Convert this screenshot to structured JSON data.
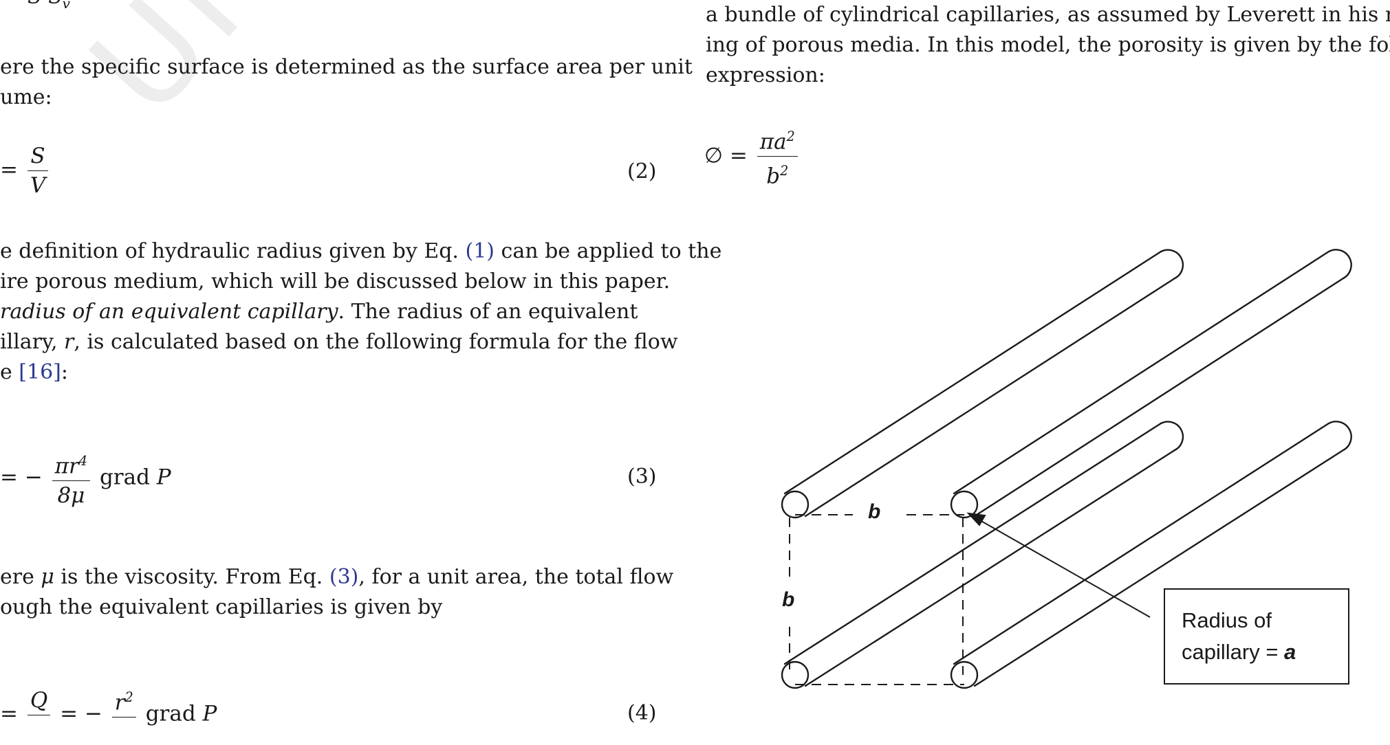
{
  "watermark": "UNCORRECTED",
  "left": {
    "top_fragment": "S   S",
    "top_sub": "v",
    "para1_line1": "ere the specific surface is determined as the surface area per unit",
    "para1_line2": "ume:",
    "eq2": {
      "lhs": "=",
      "num": "S",
      "den": "V",
      "number": "(2)"
    },
    "para2_line1_a": "e definition of hydraulic radius given by Eq. ",
    "para2_line1_link": "(1)",
    "para2_line1_b": " can be applied to the",
    "para2_line2": "ire porous medium, which will be discussed below in this paper.",
    "para3_line1_italic": "radius of an equivalent capillary",
    "para3_line1_rest": ". The radius of an equivalent",
    "para3_line2_a": "illary, ",
    "para3_line2_r": "r",
    "para3_line2_b": ", is calculated based on the following formula for the flow",
    "para3_line3_a": "e ",
    "para3_line3_link": "[16]",
    "para3_line3_b": ":",
    "eq3": {
      "lhs": "= −",
      "num": "πr",
      "num_sup": "4",
      "den": "8μ",
      "rhs": "grad P",
      "number": "(3)"
    },
    "para4_line1_a": "ere ",
    "para4_line1_mu": "μ",
    "para4_line1_b": " is the viscosity. From Eq. ",
    "para4_line1_link": "(3)",
    "para4_line1_c": ", for a unit area, the total flow",
    "para4_line2": "ough the equivalent capillaries is given by",
    "eq4": {
      "lhs": "=",
      "num1": "Q",
      "mid": "= −",
      "num2": "r",
      "num2_sup": "2",
      "rhs": "grad P",
      "number": "(4)"
    }
  },
  "right": {
    "line1": "a bundle of cylindrical capillaries, as assumed by Leverett in his mod",
    "line2": "ing of porous media. In this model, the porosity is given by the follow",
    "line3": "expression:",
    "eq": {
      "lhs": "∅ =",
      "num": "πa",
      "num_sup": "2",
      "den": "b",
      "den_sup": "2"
    }
  },
  "figure": {
    "label_b_horizontal": "b",
    "label_b_vertical": "b",
    "callout_line1": "Radius of",
    "callout_line2": "capillary = ",
    "callout_var": "a"
  }
}
